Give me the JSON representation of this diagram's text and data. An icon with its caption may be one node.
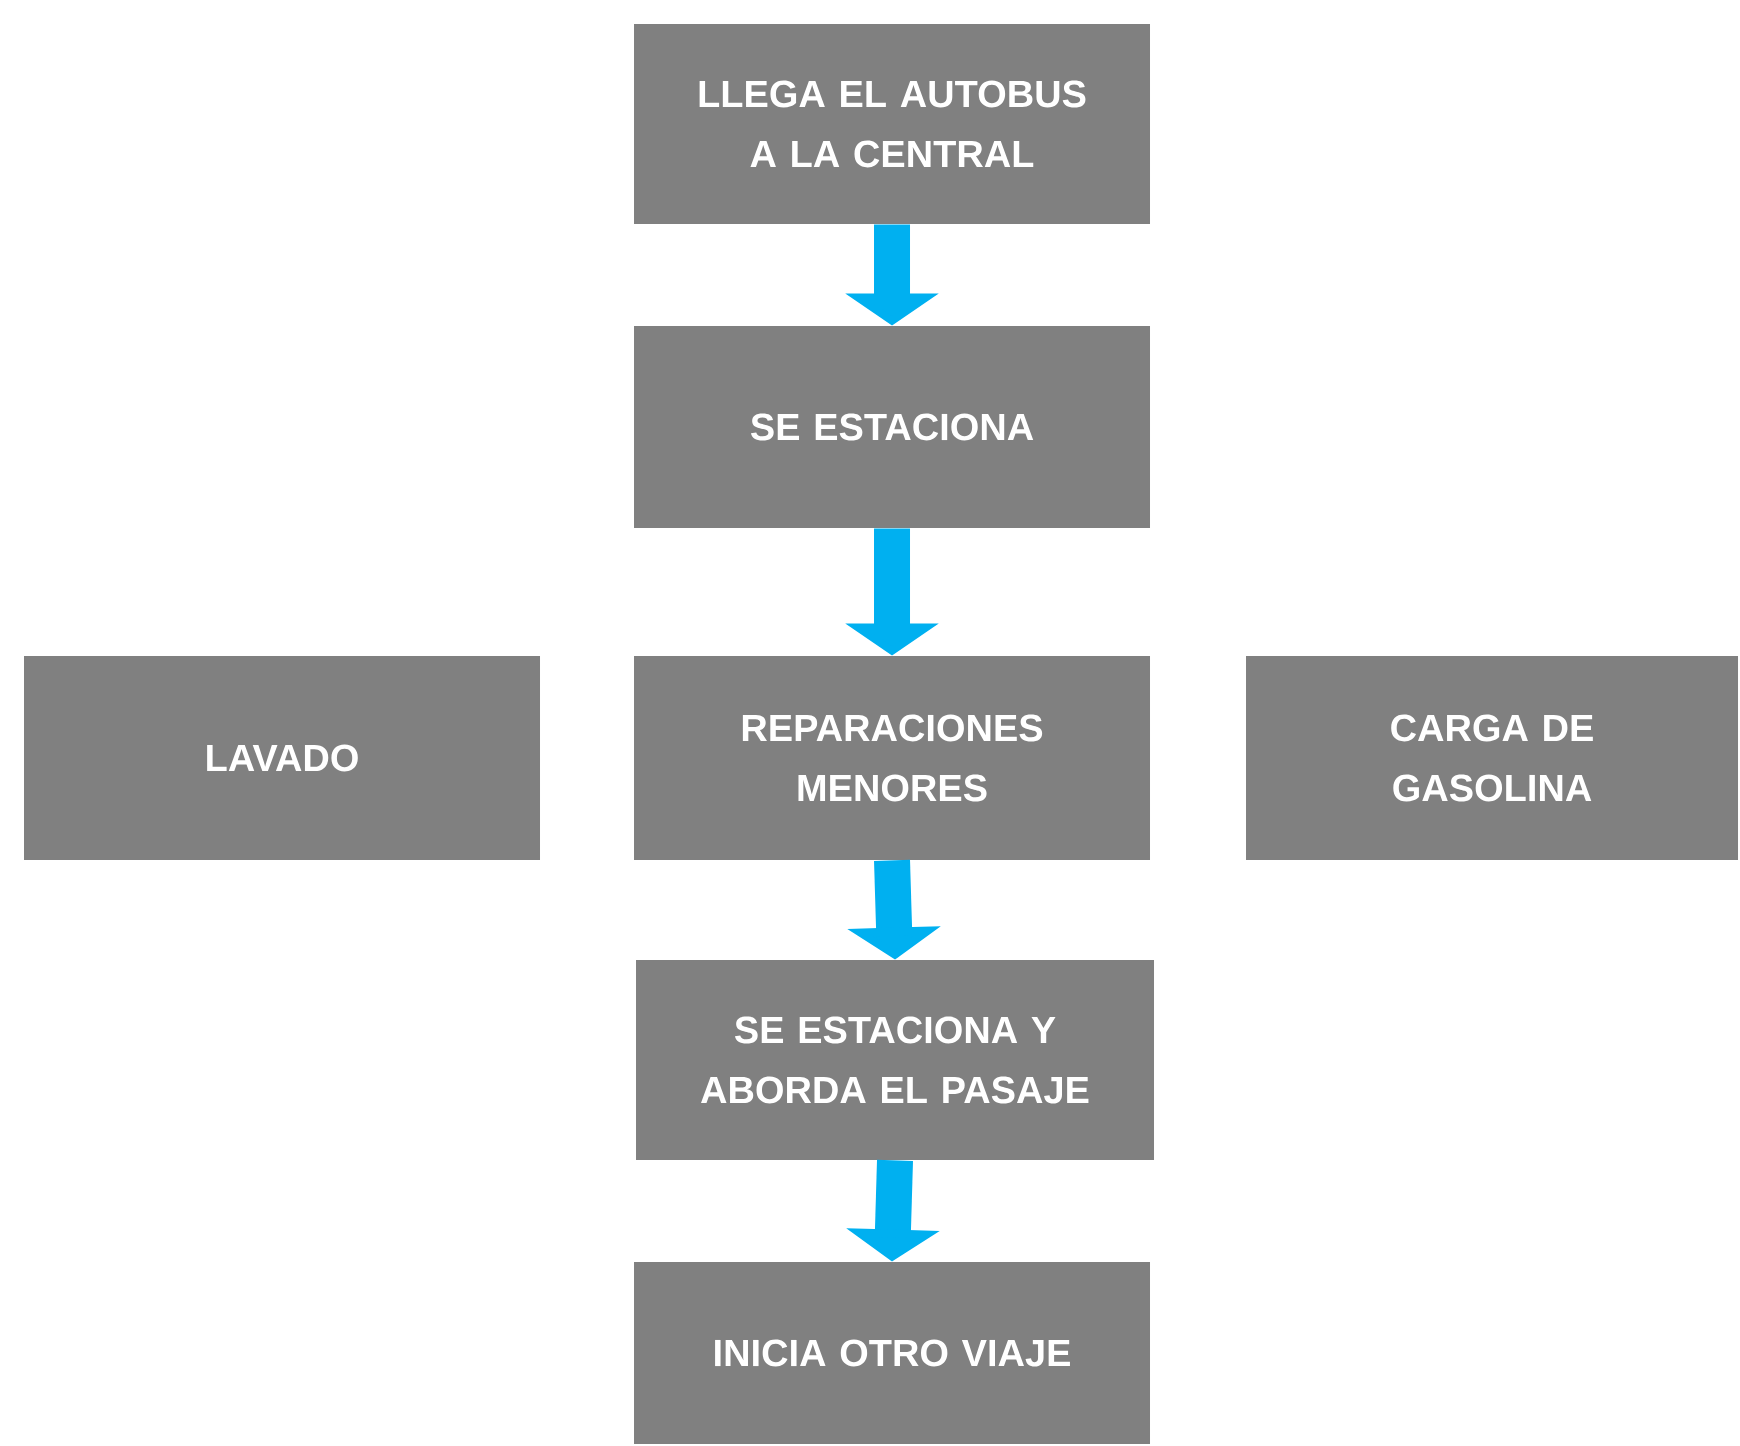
{
  "diagram": {
    "nodes": [
      {
        "text": [
          "LLEGA EL AUTOBUS A LA CENTRAL"
        ]
      },
      {
        "text": [
          "SE ESTACIONA"
        ]
      },
      {
        "text": [
          "LAVADO"
        ]
      },
      {
        "text": [
          "REPARACIONES MENORES"
        ]
      },
      {
        "text": [
          "CARGA DE GASOLINA"
        ]
      },
      {
        "text": [
          "SE ESTACIONA Y ABORDA EL PASAJE"
        ]
      },
      {
        "text": [
          "INICIA OTRO VIAJE"
        ]
      }
    ],
    "edges": [
      {
        "from": 0,
        "to": 1,
        "arrow": "to"
      },
      {
        "from": 1,
        "to": 3,
        "arrow": "to"
      },
      {
        "from": 3,
        "to": 5,
        "arrow": "to"
      },
      {
        "from": 5,
        "to": 6,
        "arrow": "to"
      }
    ]
  }
}
